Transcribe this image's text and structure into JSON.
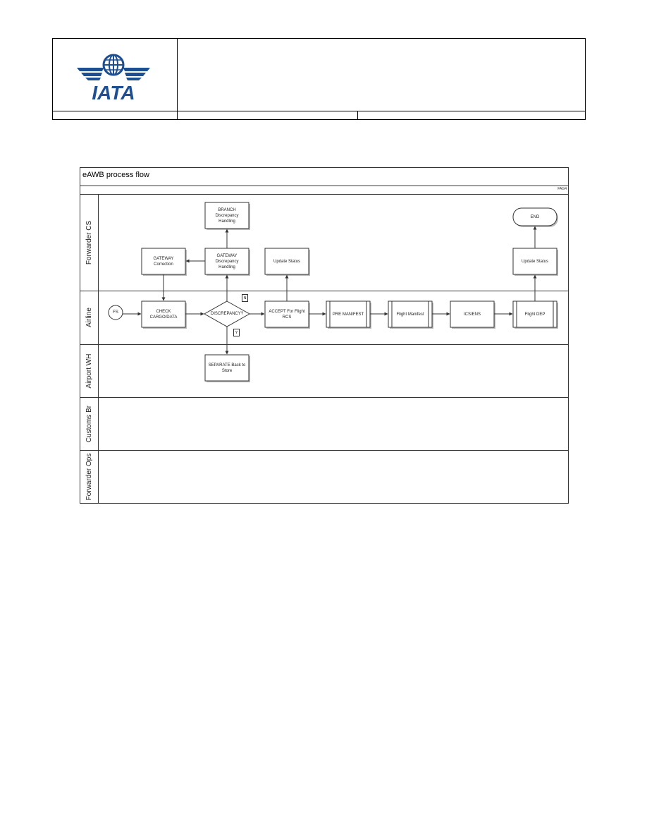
{
  "header": {
    "logo": {
      "text": "IATA",
      "color": "#1d4f91"
    },
    "title": "",
    "meta": [
      "",
      "",
      ""
    ]
  },
  "diagram": {
    "title": "eAWB process flow",
    "id": "FAG4",
    "lanes": [
      "Forwarder CS",
      "Airline",
      "Airport WH",
      "Customs Br",
      "Forwarder Ops"
    ],
    "nodes": {
      "fs": "FS",
      "check": "CHECK CARGO/DATA",
      "discrepancy": "DISCREPANCY?",
      "gateway_correction": "GATEWAY Correction",
      "gateway_handling": "GATEWAY Discrepancy Handling",
      "branch_handling": "BRANCH Discrepancy Handling",
      "separate": "SEPARATE Back to Store",
      "accept": "ACCEPT For Flight RCS",
      "update_status_1": "Update Status",
      "pre_manifest": "PRE MANIFEST",
      "flight_manifest": "Flight Manifest",
      "ics_ens": "ICS/ENS",
      "flight_dep": "Flight DEP",
      "update_status_2": "Update Status",
      "end": "END"
    },
    "branch_labels": {
      "no": "N",
      "yes": "Y"
    },
    "colors": {
      "line": "#333333",
      "node_fill": "#ffffff",
      "shadow": "#bbbbbb"
    }
  }
}
